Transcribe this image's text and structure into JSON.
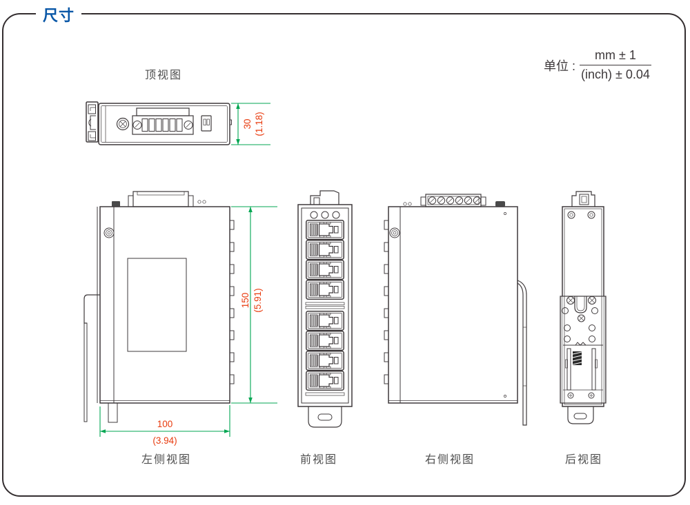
{
  "frame": {
    "title": "尺寸"
  },
  "unit_note": {
    "prefix": "单位 :",
    "mm": "mm ± 1",
    "inch": "(inch) ± 0.04"
  },
  "views": {
    "top": {
      "label": "顶视图"
    },
    "left_side": {
      "label": "左侧视图"
    },
    "front": {
      "label": "前视图"
    },
    "right_side": {
      "label": "右侧视图"
    },
    "rear": {
      "label": "后视图"
    }
  },
  "dimensions": {
    "depth_mm": "30",
    "depth_inch": "(1.18)",
    "height_mm": "150",
    "height_inch": "(5.91)",
    "width_mm": "100",
    "width_inch": "(3.94)"
  },
  "colors": {
    "accent_blue": "#0957a7",
    "dimension_line_green": "#00a651",
    "dimension_text_red": "#e83a0d",
    "drawing_line": "#3e393b"
  }
}
